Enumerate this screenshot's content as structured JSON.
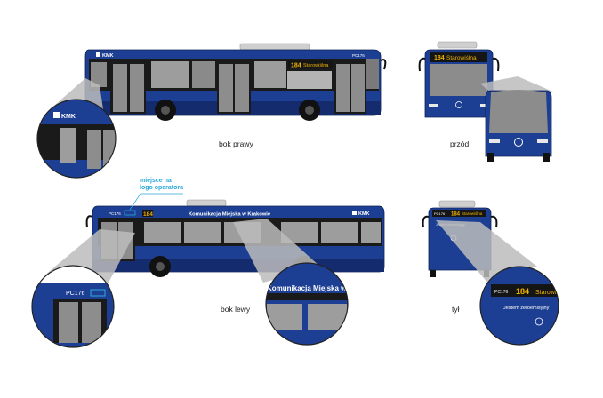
{
  "labels": {
    "right_side": "bok prawy",
    "front": "przód",
    "left_side": "bok lewy",
    "rear": "tył",
    "operator_logo_line1": "miejsce na",
    "operator_logo_line2": "logo operatora"
  },
  "bus": {
    "brand": "KMK",
    "line": "184",
    "destination": "Starowiślna",
    "fleet_no": "PC176",
    "side_text": "Komunikacja Miejska w Krakowie",
    "rear_text": "Jestem zeroemisyjny"
  },
  "colors": {
    "body": "#1d3f93",
    "body_dark": "#142c6d",
    "window": "#6f6f6f",
    "window_light": "#c9c9c9",
    "display_bg": "#151515",
    "display_text": "#f0b400",
    "accent": "#2aa8d8",
    "zoom_shadow": "#bcbcbc"
  }
}
